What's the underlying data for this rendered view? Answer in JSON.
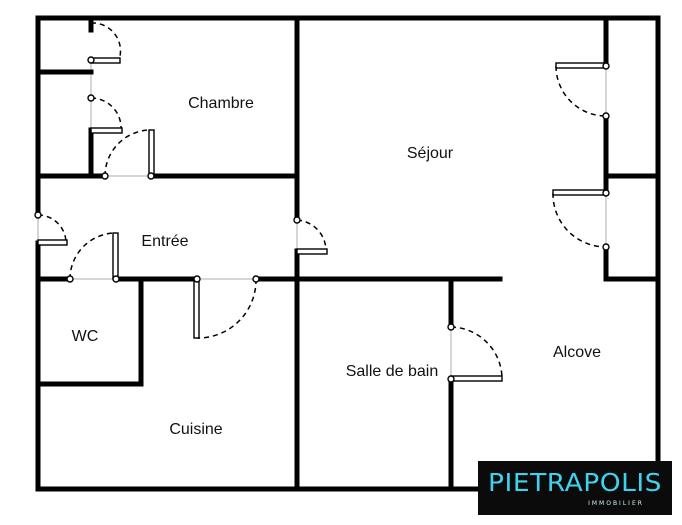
{
  "rooms": {
    "chambre": "Chambre",
    "sejour": "Séjour",
    "entree": "Entrée",
    "wc": "WC",
    "salle_de_bain": "Salle de bain",
    "alcove": "Alcove",
    "cuisine": "Cuisine"
  },
  "brand": {
    "name": "PIETRAPOLIS",
    "tagline": "IMMOBILIER"
  },
  "colors": {
    "wall": "#000000",
    "logo_background": "#0b0b0b",
    "logo_text": "#3fd2ee"
  }
}
